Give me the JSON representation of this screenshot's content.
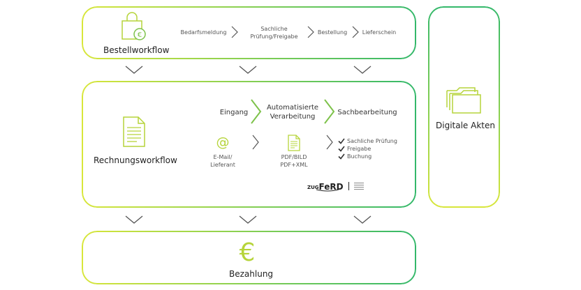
{
  "bestell": {
    "title": "Bestellworkflow",
    "steps": [
      "Bedarfsmeldung",
      "Sachliche\nPrüfung/Freigabe",
      "Bestellung",
      "Lieferschein"
    ]
  },
  "rechnung": {
    "title": "Rechnungsworkflow",
    "phases": [
      "Eingang",
      "Automatisierte\nVerarbeitung",
      "Sachbearbeitung"
    ],
    "email_label": "E-Mail/\nLieferant",
    "pdf_label": "PDF/BILD\nPDF+XML",
    "checks": [
      "Sachliche Prüfung",
      "Freigabe",
      "Buchung"
    ],
    "zugferd": {
      "zug": "ZUG",
      "ferd": "FeRD"
    }
  },
  "bezahlung": {
    "title": "Bezahlung"
  },
  "akten": {
    "title": "Digitale Akten"
  },
  "colors": {
    "green": "#33b86a",
    "lime": "#c7df3a",
    "text": "#333333"
  }
}
